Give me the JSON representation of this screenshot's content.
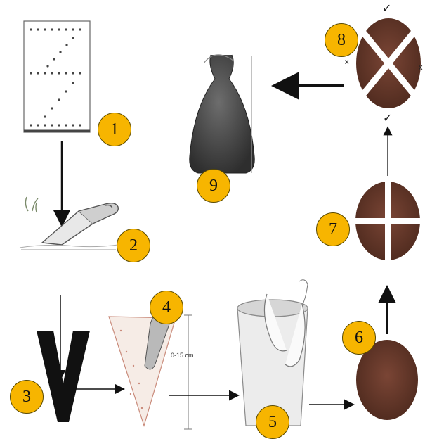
{
  "steps": [
    {
      "number": "1",
      "description": "Z-pattern sampling across field"
    },
    {
      "number": "2",
      "description": "Trowel digging soil"
    },
    {
      "number": "3",
      "description": "V-shaped pit"
    },
    {
      "number": "4",
      "description": "Slice taken from pit wall"
    },
    {
      "number": "5",
      "description": "Mixing soil in bucket"
    },
    {
      "number": "6",
      "description": "Soil pile"
    },
    {
      "number": "7",
      "description": "Quartering the pile"
    },
    {
      "number": "8",
      "description": "Discard opposite quarters"
    },
    {
      "number": "9",
      "description": "Bag sample"
    }
  ],
  "annotations": {
    "depth_label": "0-15 cm",
    "check_mark": "✓",
    "cross_mark": "x"
  },
  "colors": {
    "badge_fill": "#f7b500",
    "soil": "#6b3a2a",
    "arrow": "#111111"
  }
}
